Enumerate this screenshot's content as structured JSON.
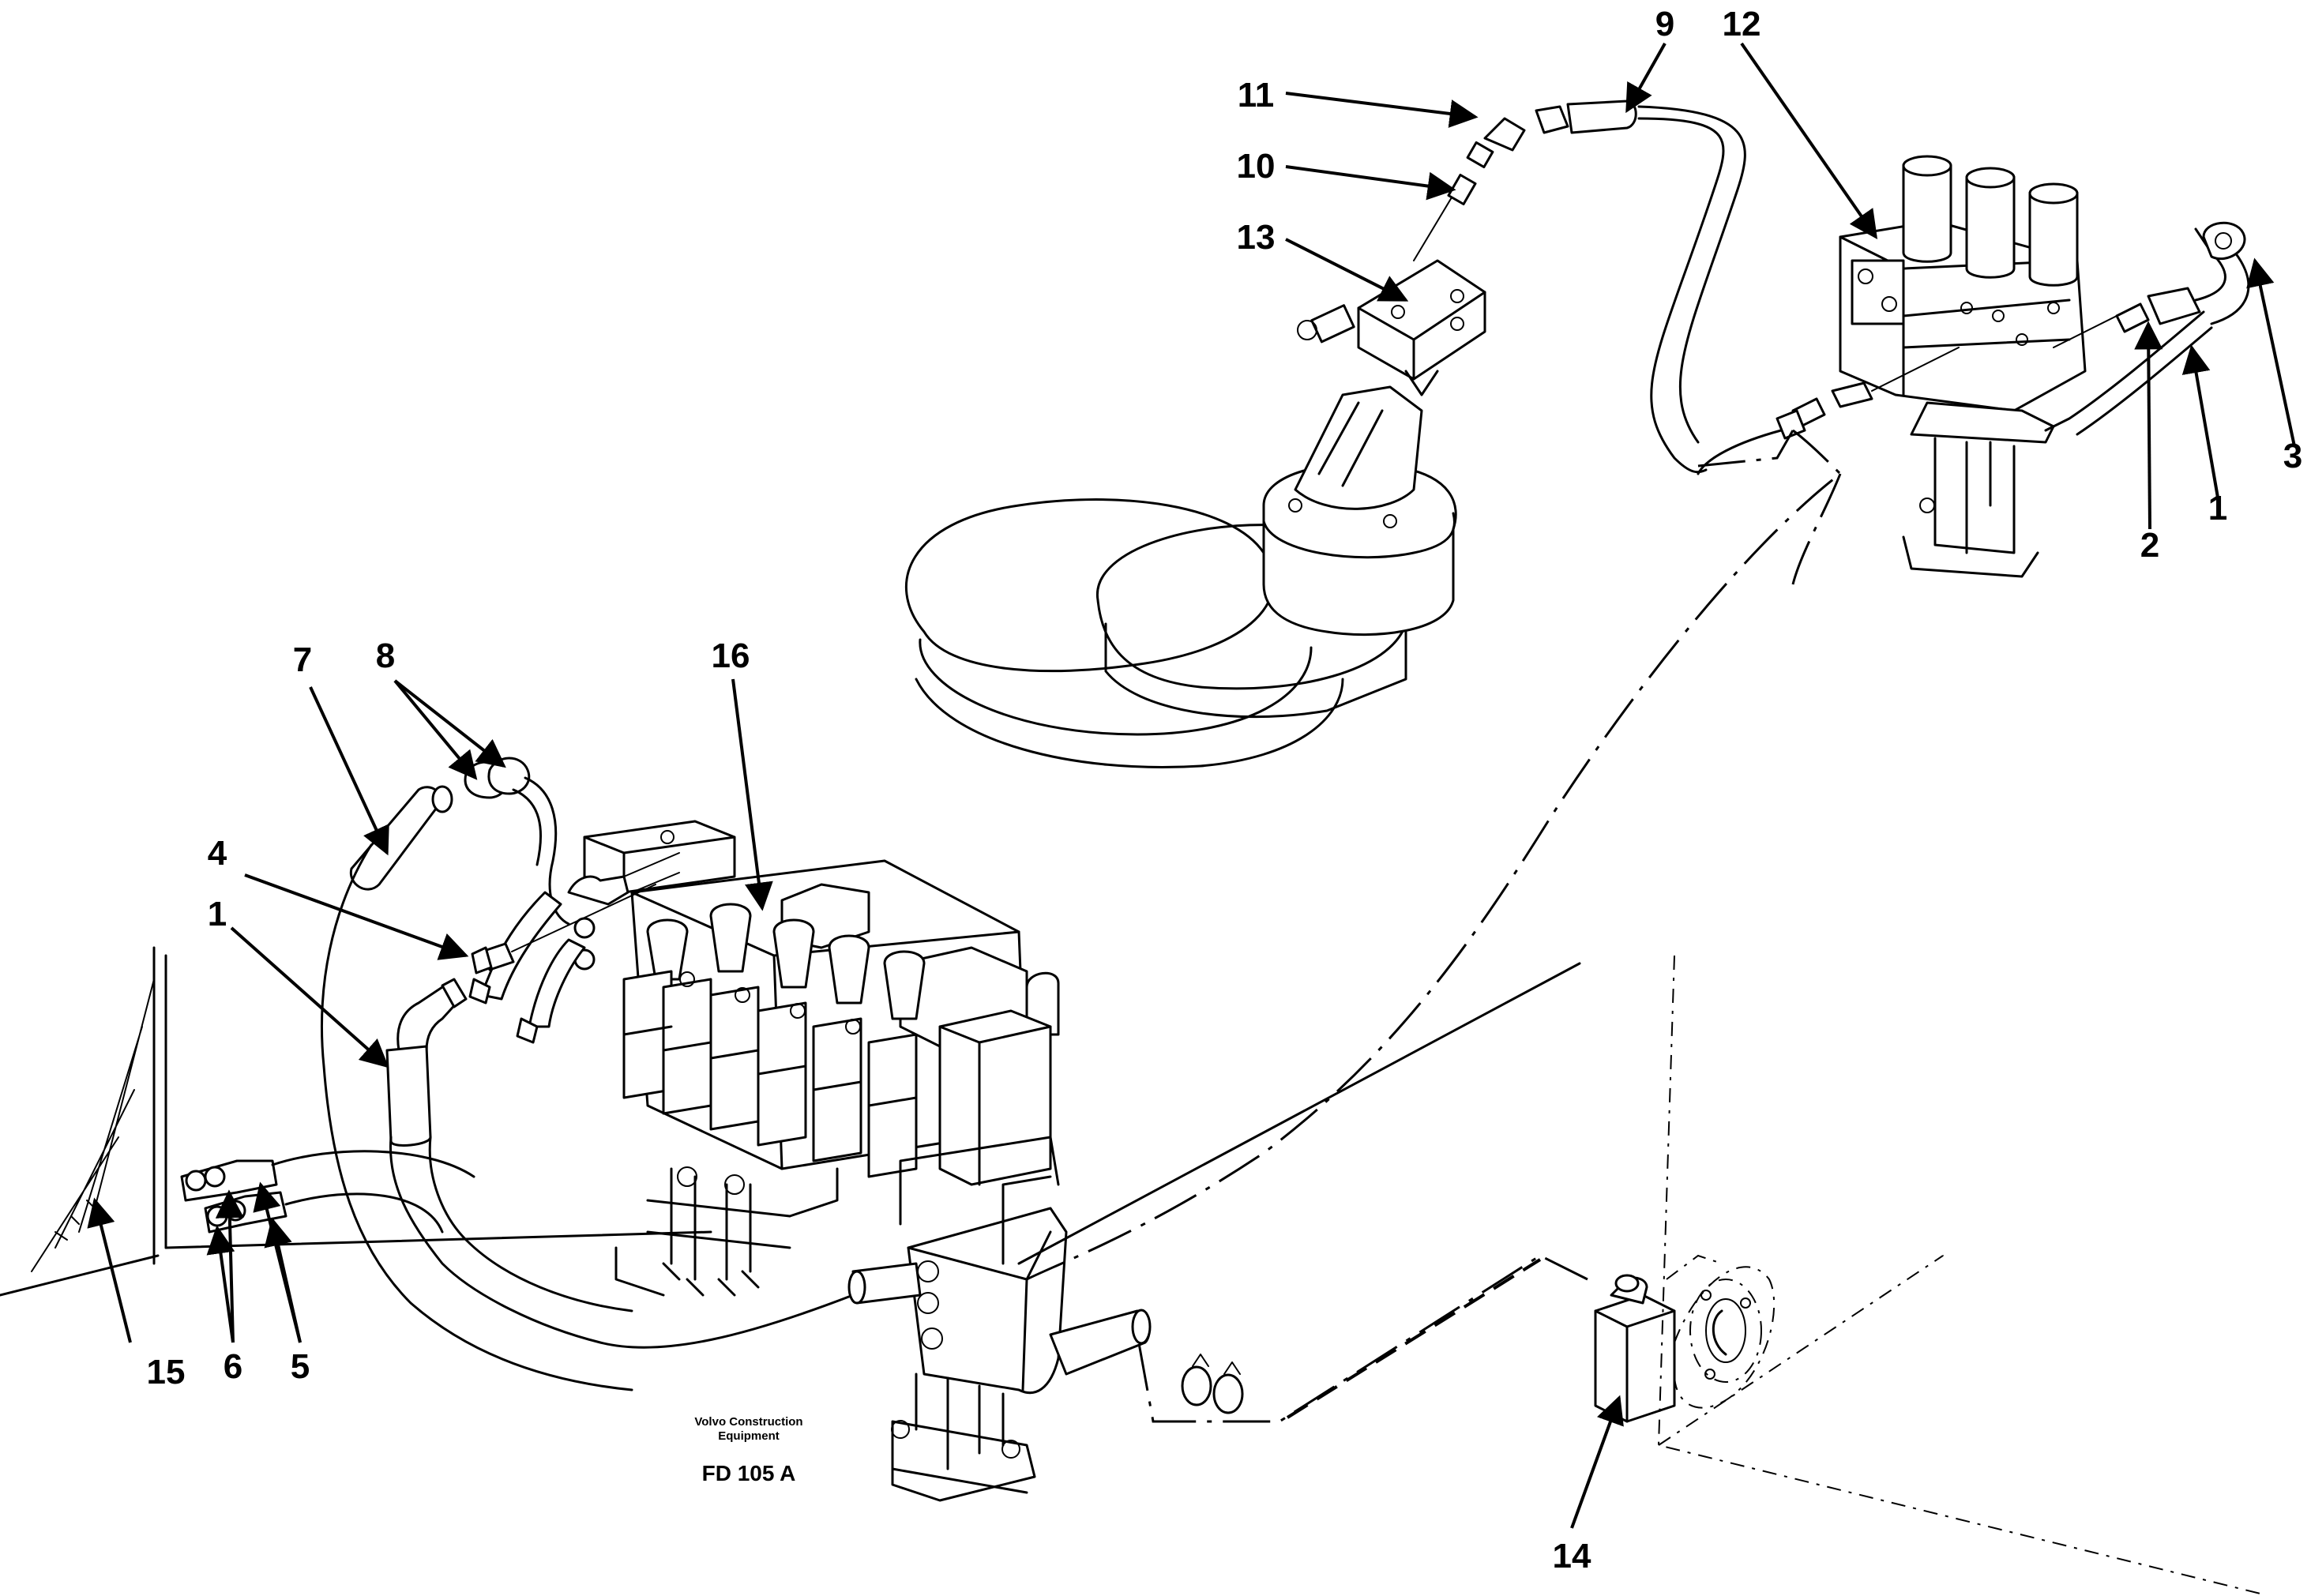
{
  "callouts": [
    "1",
    "2",
    "3",
    "4",
    "5",
    "6",
    "7",
    "8",
    "9",
    "10",
    "11",
    "12",
    "13",
    "14",
    "15",
    "16"
  ],
  "label_1_left": "1",
  "label_1_right": "1",
  "credit": {
    "line1": "Volvo Construction",
    "line2": "Equipment",
    "code": "FD 105 A"
  }
}
